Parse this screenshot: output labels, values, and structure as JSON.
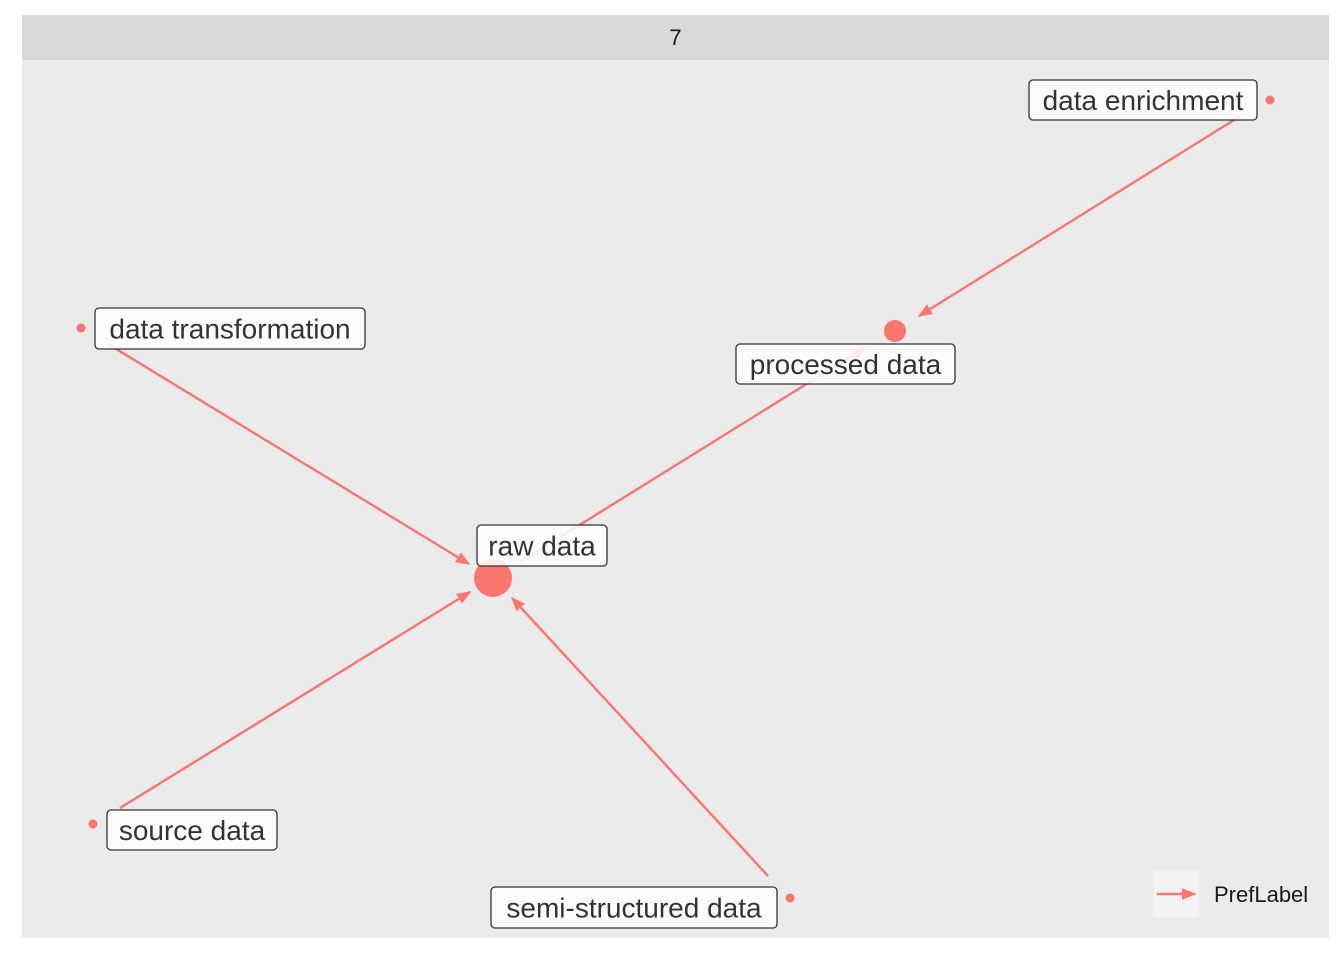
{
  "panel": {
    "title": "7"
  },
  "colors": {
    "edge": "#f8766d",
    "node": "#f8766d",
    "panel_bg": "#ebebeb",
    "strip_bg": "#d9d9d9",
    "label_border": "#333333",
    "label_bg": "#ffffff"
  },
  "nodes": [
    {
      "id": "raw-data",
      "label": "raw data",
      "size": "large"
    },
    {
      "id": "processed-data",
      "label": "processed data",
      "size": "medium"
    },
    {
      "id": "data-enrichment",
      "label": "data enrichment",
      "size": "small"
    },
    {
      "id": "data-transformation",
      "label": "data transformation",
      "size": "small"
    },
    {
      "id": "source-data",
      "label": "source data",
      "size": "small"
    },
    {
      "id": "semi-structured-data",
      "label": "semi-structured data",
      "size": "small"
    }
  ],
  "edges": [
    {
      "from": "data-enrichment",
      "to": "processed-data",
      "relation": "PrefLabel"
    },
    {
      "from": "raw-data",
      "to": "processed-data",
      "relation": "PrefLabel"
    },
    {
      "from": "data-transformation",
      "to": "raw-data",
      "relation": "PrefLabel"
    },
    {
      "from": "source-data",
      "to": "raw-data",
      "relation": "PrefLabel"
    },
    {
      "from": "semi-structured-data",
      "to": "raw-data",
      "relation": "PrefLabel"
    }
  ],
  "legend": {
    "label": "PrefLabel"
  }
}
